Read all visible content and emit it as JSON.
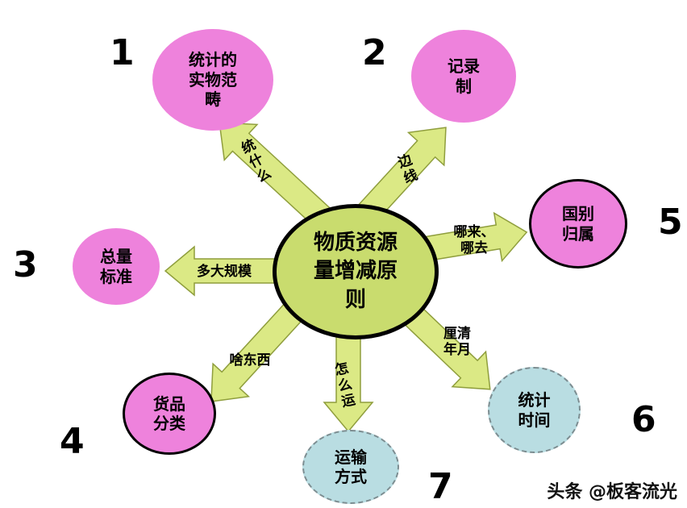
{
  "center": {
    "label": "物质资源\n量增减原\n则"
  },
  "nodes": [
    {
      "num": "1",
      "label": "统计的\n实物范\n畴"
    },
    {
      "num": "2",
      "label": "记录\n制"
    },
    {
      "num": "3",
      "label": "总量\n标准"
    },
    {
      "num": "4",
      "label": "货品\n分类"
    },
    {
      "num": "5",
      "label": "国别\n归属"
    },
    {
      "num": "6",
      "label": "统计\n时间"
    },
    {
      "num": "7",
      "label": "运输\n方式"
    }
  ],
  "arrows": {
    "a1": "统\n什\n么",
    "a2": "边\n线",
    "a3": "多大规模",
    "a4": "啥东西",
    "a5": "哪来、\n哪去",
    "a6": "厘清\n年月",
    "a7": "怎\n么\n运"
  },
  "watermark": "头条 @板客流光",
  "colors": {
    "center_fill": "#c9dc6e",
    "pink_fill": "#ee82dc",
    "blue_fill": "#b9dde2",
    "arrow_fill": "#dbe985",
    "background": "#ffffff"
  }
}
